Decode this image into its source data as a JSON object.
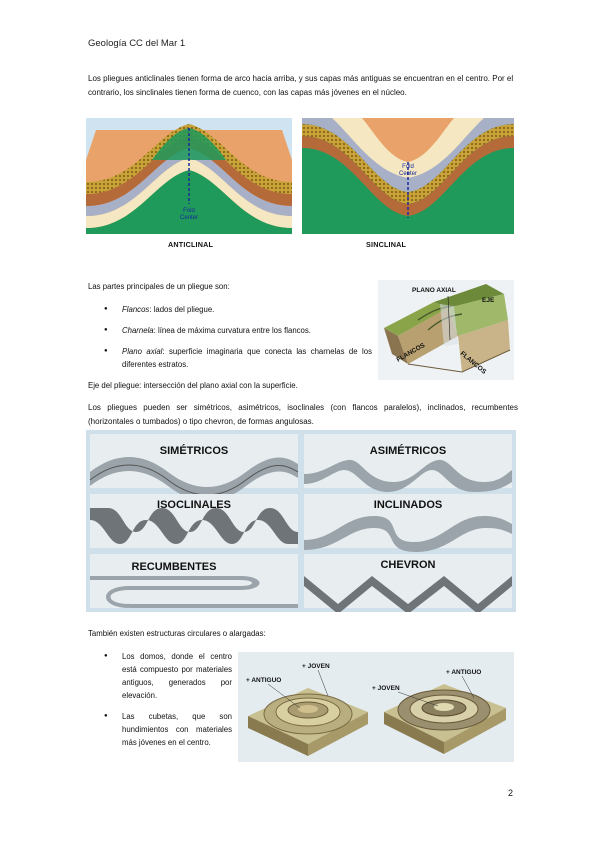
{
  "header": {
    "title": "Geología CC del Mar 1"
  },
  "intro": {
    "text": "Los pliegues anticlinales tienen forma de arco hacia arriba, y sus capas más antiguas se encuentran en el centro. Por el contrario, los sinclinales tienen forma de cuenco, con las capas más jóvenes en el núcleo."
  },
  "fold_figure": {
    "anticline_label": "ANTICLINAL",
    "syncline_label": "SINCLINAL",
    "fold_center_line1": "Fold",
    "fold_center_line2": "Center"
  },
  "parts": {
    "heading": "Las partes principales de un pliegue son:",
    "items": [
      {
        "term": "Flancos",
        "desc": ": lados del pliegue."
      },
      {
        "term": "Charnela",
        "desc": ": línea de máxima curvatura entre los flancos."
      },
      {
        "term": "Plano axial",
        "desc": ": superficie imaginaria que conecta las charnelas de los diferentes estratos."
      }
    ],
    "axis_text": "Eje del pliegue: intersección del plano axial con la superficie."
  },
  "block_figure": {
    "plano_axial": "PLANO AXIAL",
    "eje": "EJE",
    "flanco_left": "FLANCOS",
    "flanco_right": "FLANCOS"
  },
  "types": {
    "text": "Los pliegues pueden ser simétricos, asimétricos, isoclinales (con flancos paralelos), inclinados, recumbentes (horizontales o tumbados) o tipo chevron, de formas angulosas.",
    "panels": [
      "SIMÉTRICOS",
      "ASIMÉTRICOS",
      "ISOCLINALES",
      "INCLINADOS",
      "RECUMBENTES",
      "CHEVRON"
    ]
  },
  "circular": {
    "heading": "También existen estructuras circulares o alargadas:",
    "items": [
      "Los domos, donde el centro está compuesto por materiales antiguos, generados por elevación.",
      "Las cubetas, que son hundimientos con materiales más jóvenes en el centro."
    ]
  },
  "dome_figure": {
    "joven1": "+ JOVEN",
    "antiguo1": "+ ANTIGUO",
    "antiguo2": "+ ANTIGUO",
    "joven2": "+ JOVEN"
  },
  "page": {
    "number": "2"
  }
}
